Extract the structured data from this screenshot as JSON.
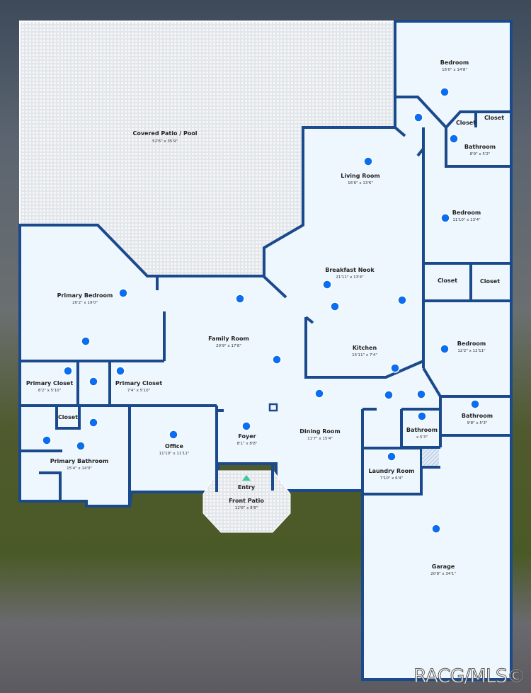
{
  "floorplan": {
    "rooms": {
      "covered_patio": {
        "name": "Covered Patio / Pool",
        "dims": "52'6\" x 35'9\""
      },
      "bedroom_1": {
        "name": "Bedroom",
        "dims": "16'0\" x 14'8\""
      },
      "closet_1": {
        "name": "Closet"
      },
      "closet_2": {
        "name": "Closet"
      },
      "bathroom_1": {
        "name": "Bathroom",
        "dims": "8'9\" x 5'2\""
      },
      "living_room": {
        "name": "Living Room",
        "dims": "16'6\" x 13'6\""
      },
      "bedroom_2": {
        "name": "Bedroom",
        "dims": "11'10\" x 13'4\""
      },
      "closet_3": {
        "name": "Closet"
      },
      "closet_4": {
        "name": "Closet"
      },
      "breakfast_nook": {
        "name": "Breakfast Nook",
        "dims": "21'11\" x 13'4\""
      },
      "primary_bedroom": {
        "name": "Primary Bedroom",
        "dims": "20'2\" x 19'0\""
      },
      "family_room": {
        "name": "Family Room",
        "dims": "20'9\" x 17'8\""
      },
      "kitchen": {
        "name": "Kitchen",
        "dims": "15'11\" x 7'4\""
      },
      "bedroom_3": {
        "name": "Bedroom",
        "dims": "12'2\" x 12'11\""
      },
      "primary_closet_1": {
        "name": "Primary Closet",
        "dims": "8'2\" x 5'10\""
      },
      "primary_closet_2": {
        "name": "Primary Closet",
        "dims": "7'4\" x 5'10\""
      },
      "closet_5": {
        "name": "Closet"
      },
      "bathroom_2": {
        "name": "Bathroom",
        "dims": "9'8\" x 5'3\""
      },
      "bathroom_3": {
        "name": "Bathroom",
        "dims": "x 5'3\""
      },
      "primary_bathroom": {
        "name": "Primary Bathroom",
        "dims": "15'4\" x 14'0\""
      },
      "office": {
        "name": "Office",
        "dims": "11'10\" x 11'11\""
      },
      "foyer": {
        "name": "Foyer",
        "dims": "8'1\" x 8'8\""
      },
      "dining_room": {
        "name": "Dining Room",
        "dims": "11'7\" x 15'4\""
      },
      "laundry_room": {
        "name": "Laundry Room",
        "dims": "7'10\" x 6'4\""
      },
      "entry": {
        "name": "Entry"
      },
      "front_patio": {
        "name": "Front Patio",
        "dims": "12'6\" x 8'8\""
      },
      "garage": {
        "name": "Garage",
        "dims": "20'8\" x 34'1\""
      }
    },
    "colors": {
      "wall": "#1b4a8c",
      "floor": "#eef7fd",
      "hotspot": "#0b6ef0",
      "entry_marker": "#3cc8a0"
    }
  },
  "watermark": "RACG/MLS©"
}
